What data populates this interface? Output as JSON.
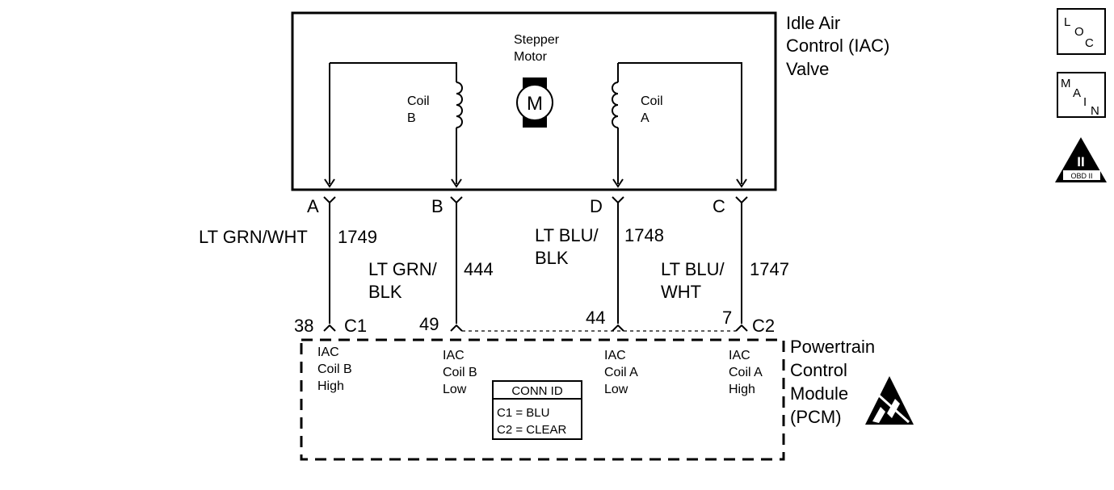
{
  "iac": {
    "title_lines": [
      "Idle Air",
      "Control (IAC)",
      "Valve"
    ],
    "motor_lines": [
      "Stepper",
      "Motor"
    ],
    "motor_symbol": "M",
    "coil_b_lines": [
      "Coil",
      "B"
    ],
    "coil_a_lines": [
      "Coil",
      "A"
    ]
  },
  "pins": [
    "A",
    "B",
    "D",
    "C"
  ],
  "wires": [
    {
      "color_lines": [
        "LT GRN/WHT"
      ],
      "circuit": "1749"
    },
    {
      "color_lines": [
        "LT GRN/",
        "BLK"
      ],
      "circuit": "444"
    },
    {
      "color_lines": [
        "LT BLU/",
        "BLK"
      ],
      "circuit": "1748"
    },
    {
      "color_lines": [
        "LT BLU/",
        "WHT"
      ],
      "circuit": "1747"
    }
  ],
  "pcm_pins": [
    "38",
    "49",
    "44",
    "7"
  ],
  "connectors": [
    "C1",
    "C2"
  ],
  "pcm": {
    "title_lines": [
      "Powertrain",
      "Control",
      "Module",
      "(PCM)"
    ],
    "terminals": [
      [
        "IAC",
        "Coil B",
        "High"
      ],
      [
        "IAC",
        "Coil B",
        "Low"
      ],
      [
        "IAC",
        "Coil A",
        "Low"
      ],
      [
        "IAC",
        "Coil A",
        "High"
      ]
    ],
    "conn_id": {
      "header": "CONN ID",
      "lines": [
        "C1 = BLU",
        "C2 = CLEAR"
      ]
    }
  },
  "side_icons": {
    "loc": [
      "L",
      "O",
      "C"
    ],
    "main": [
      "M",
      "A",
      "I",
      "N"
    ],
    "obd": {
      "numeral": "II",
      "label": "OBD II"
    }
  }
}
